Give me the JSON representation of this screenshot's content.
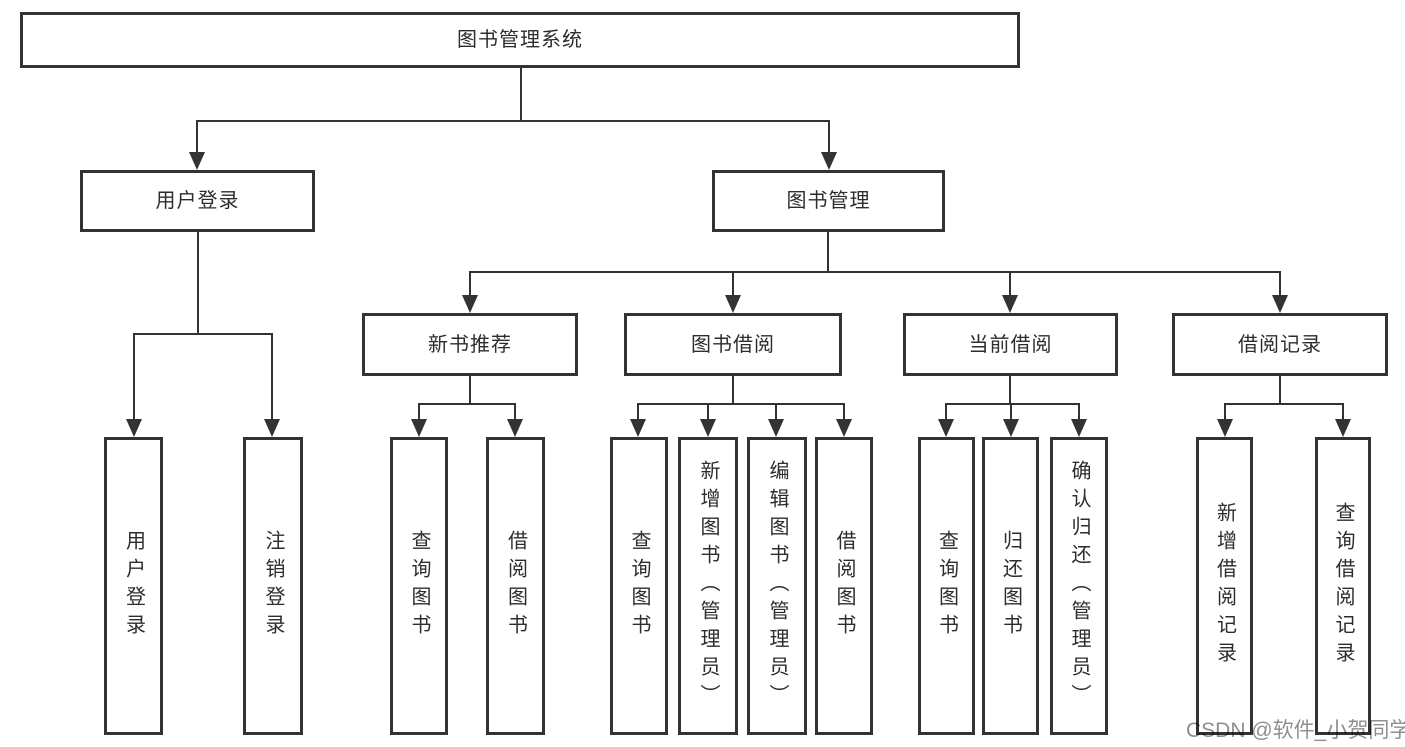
{
  "diagram": {
    "title_node": {
      "label": "图书管理系统"
    },
    "level2": [
      {
        "id": "user-login",
        "label": "用户登录"
      },
      {
        "id": "book-management",
        "label": "图书管理"
      }
    ],
    "level3": [
      {
        "id": "new-book-recommend",
        "parent": "图书管理",
        "label": "新书推荐"
      },
      {
        "id": "book-borrow",
        "parent": "图书管理",
        "label": "图书借阅"
      },
      {
        "id": "current-borrow",
        "parent": "图书管理",
        "label": "当前借阅"
      },
      {
        "id": "borrow-records",
        "parent": "图书管理",
        "label": "借阅记录"
      }
    ],
    "leaves": [
      {
        "parent": "用户登录",
        "label": "用户登录"
      },
      {
        "parent": "用户登录",
        "label": "注销登录"
      },
      {
        "parent": "新书推荐",
        "label": "查询图书"
      },
      {
        "parent": "新书推荐",
        "label": "借阅图书"
      },
      {
        "parent": "图书借阅",
        "label": "查询图书"
      },
      {
        "parent": "图书借阅",
        "label": "新增图书（管理员）"
      },
      {
        "parent": "图书借阅",
        "label": "编辑图书（管理员）"
      },
      {
        "parent": "图书借阅",
        "label": "借阅图书"
      },
      {
        "parent": "当前借阅",
        "label": "查询图书"
      },
      {
        "parent": "当前借阅",
        "label": "归还图书"
      },
      {
        "parent": "当前借阅",
        "label": "确认归还（管理员）"
      },
      {
        "parent": "借阅记录",
        "label": "新增借阅记录"
      },
      {
        "parent": "借阅记录",
        "label": "查询借阅记录"
      }
    ],
    "colors": {
      "line": "#333333",
      "box_fill": "#ffffff",
      "text": "#2d2d2d"
    }
  },
  "watermark": {
    "text": "CSDN @软件_小贺同学",
    "color": "#8f8f8f"
  }
}
